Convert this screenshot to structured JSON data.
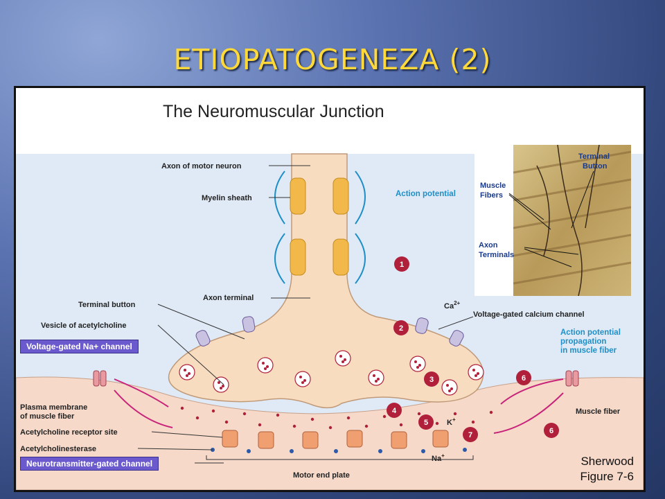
{
  "slide": {
    "title": "ETIOPATOGENEZA (2)"
  },
  "figure": {
    "heading": "The Neuromuscular Junction",
    "credit_line1": "Sherwood",
    "credit_line2": "Figure 7-6",
    "labels": {
      "axon_of_motor_neuron": "Axon of motor neuron",
      "myelin_sheath": "Myelin sheath",
      "action_potential": "Action potential",
      "axon_terminal": "Axon terminal",
      "terminal_button": "Terminal button",
      "vesicle_of_acetylcholine": "Vesicle of acetylcholine",
      "voltage_gated_na_channel": "Voltage-gated Na+ channel",
      "voltage_gated_calcium_channel": "Voltage-gated calcium channel",
      "ca_ion": "Ca",
      "ca_charge": "2+",
      "ap_propagation_1": "Action potential",
      "ap_propagation_2": "propagation",
      "ap_propagation_3": "in muscle fiber",
      "plasma_membrane_1": "Plasma membrane",
      "plasma_membrane_2": "of muscle fiber",
      "ach_receptor_site": "Acetylcholine receptor site",
      "acetylcholinesterase": "Acetylcholinesterase",
      "neurotransmitter_gated_channel": "Neurotransmitter-gated channel",
      "muscle_fiber": "Muscle fiber",
      "motor_end_plate": "Motor end plate",
      "k_ion": "K",
      "na_ion": "Na",
      "plus": "+"
    },
    "photo_labels": {
      "terminal_button_1": "Terminal",
      "terminal_button_2": "Button",
      "muscle_fibers_1": "Muscle",
      "muscle_fibers_2": "Fibers",
      "axon_terminals_1": "Axon",
      "axon_terminals_2": "Terminals"
    },
    "steps": [
      "1",
      "2",
      "3",
      "4",
      "5",
      "6",
      "7",
      "6"
    ],
    "colors": {
      "step_marker": "#b0203a",
      "neuron_fill": "#f7dcc0",
      "myelin_fill": "#f2b84a",
      "extracellular": "#dfeaf6",
      "muscle_fill": "#f6d9c9",
      "label_blue": "#1e8fc7",
      "tag_purple": "#6a5acd",
      "title_yellow": "#ffd83a"
    }
  }
}
